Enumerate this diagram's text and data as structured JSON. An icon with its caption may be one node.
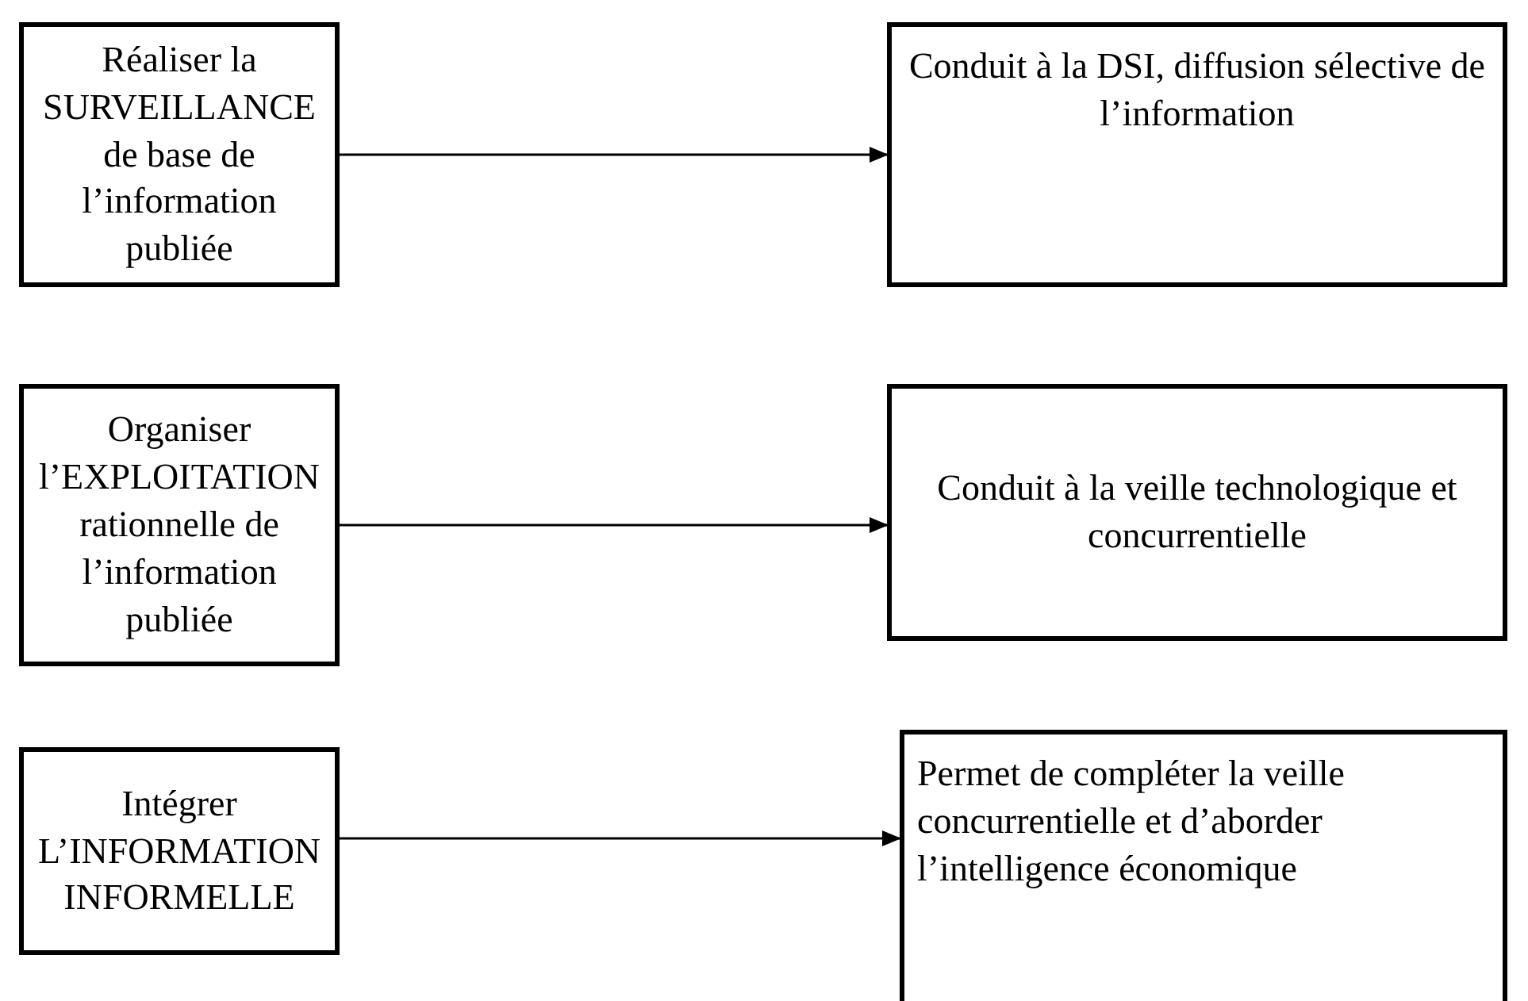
{
  "diagram": {
    "nodes": [
      {
        "text": [
          "Réaliser la SURVEILLANCE de base de l’information publiée"
        ]
      },
      {
        "text": [
          "Conduit à la DSI, diffusion sélective de l’information"
        ]
      },
      {
        "text": [
          "Organiser l’EXPLOITATION rationnelle de l’information publiée"
        ]
      },
      {
        "text": [
          "Conduit à la veille technologique et concurrentielle"
        ]
      },
      {
        "text": [
          "Intégrer L’INFORMATION INFORMELLE"
        ]
      },
      {
        "text": [
          "Permet de compléter la veille concurrentielle et d’aborder l’intelligence économique"
        ]
      }
    ],
    "edges": [
      {
        "from": 0,
        "to": 1,
        "arrow": "to"
      },
      {
        "from": 2,
        "to": 3,
        "arrow": "to"
      },
      {
        "from": 4,
        "to": 5,
        "arrow": "to"
      }
    ]
  }
}
